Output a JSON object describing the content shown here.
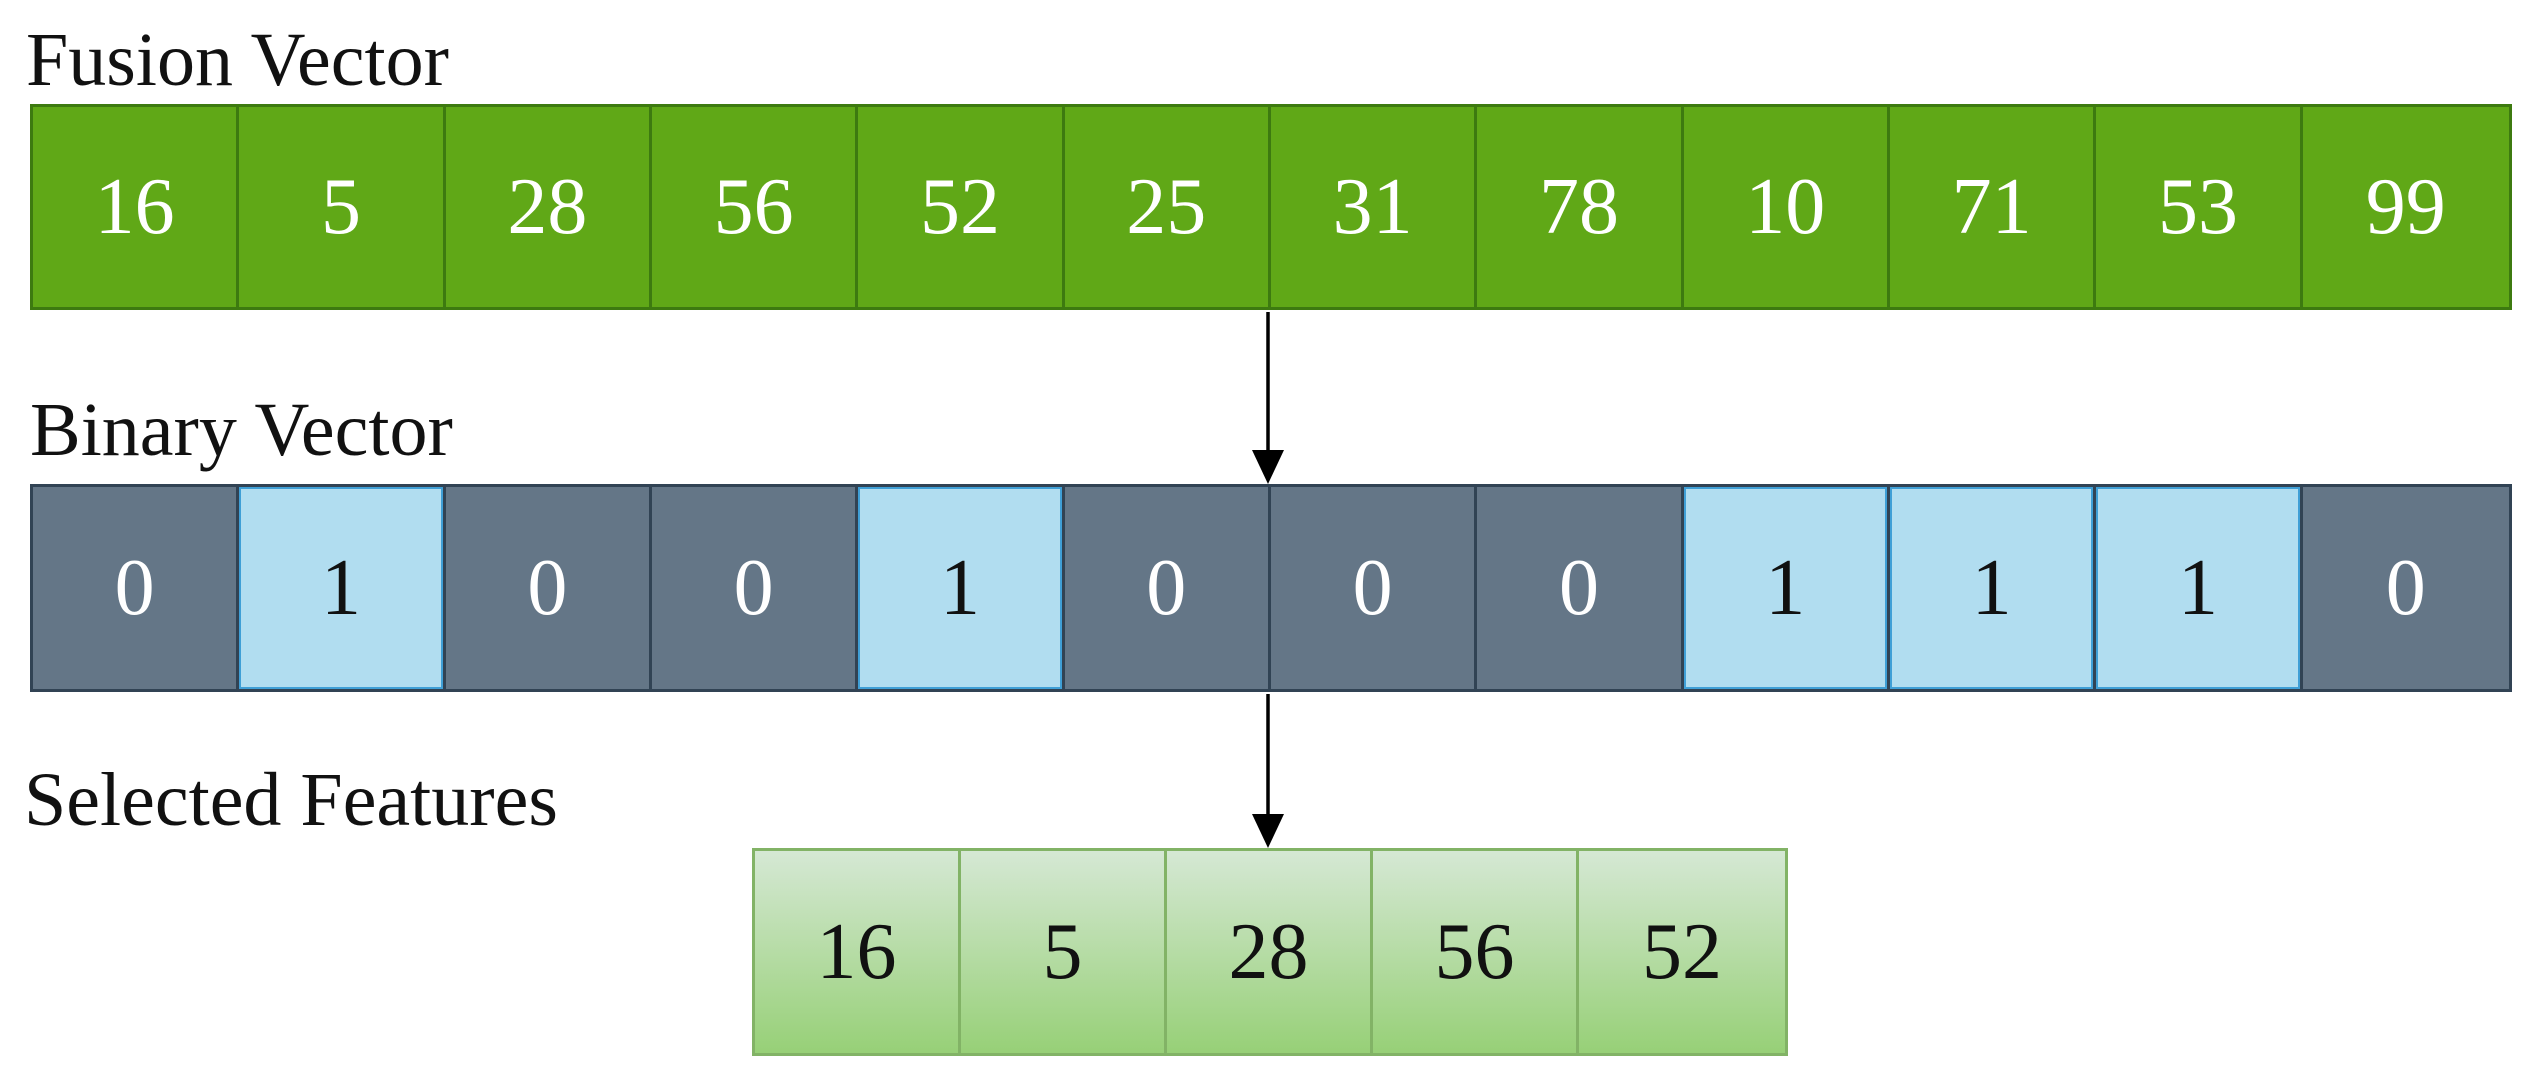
{
  "labels": {
    "fusion": "Fusion Vector",
    "binary": "Binary Vector",
    "selected": "Selected Features"
  },
  "fusion_vector": [
    "16",
    "5",
    "28",
    "56",
    "52",
    "25",
    "31",
    "78",
    "10",
    "71",
    "53",
    "99"
  ],
  "binary_vector": [
    "0",
    "1",
    "0",
    "0",
    "1",
    "0",
    "0",
    "0",
    "1",
    "1",
    "1",
    "0"
  ],
  "selected_features": [
    "16",
    "5",
    "28",
    "56",
    "52"
  ],
  "colors": {
    "fusion_fill": "#60a817",
    "binary_zero_fill": "#647687",
    "binary_one_fill": "#b1ddf0",
    "selected_fill_top": "#d5e8d4",
    "selected_fill_bottom": "#97d077"
  }
}
